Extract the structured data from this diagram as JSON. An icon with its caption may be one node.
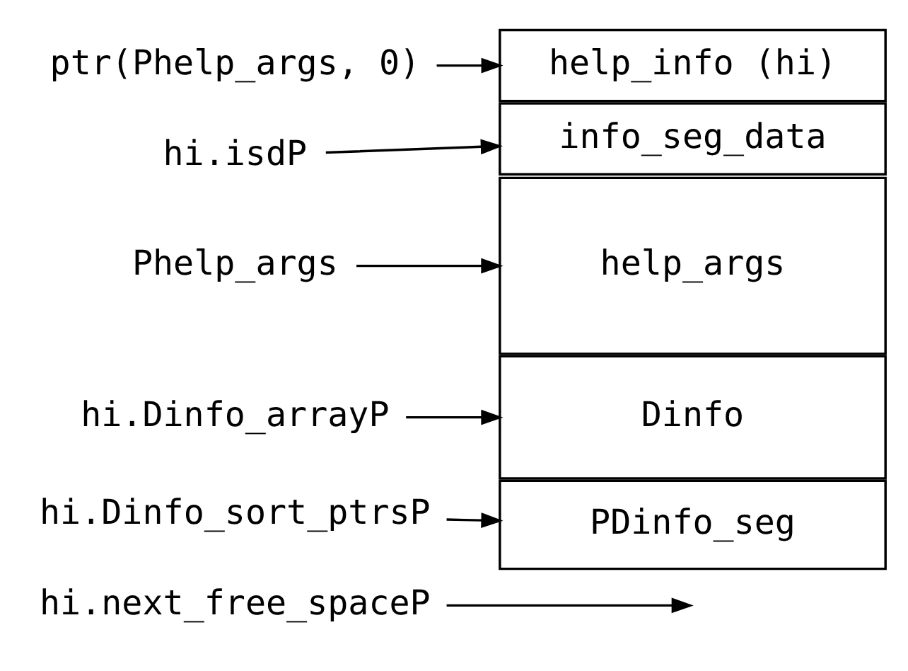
{
  "diagram": {
    "nodes": [
      {
        "text": [
          "ptr(Phelp_args, 0)"
        ]
      },
      {
        "text": [
          "help_info (hi)"
        ]
      },
      {
        "text": [
          "hi.isdP"
        ]
      },
      {
        "text": [
          "info_seg_data"
        ]
      },
      {
        "text": [
          "Phelp_args"
        ]
      },
      {
        "text": [
          "help_args"
        ]
      },
      {
        "text": [
          "hi.Dinfo_arrayP"
        ]
      },
      {
        "text": [
          "Dinfo"
        ]
      },
      {
        "text": [
          "hi.Dinfo_sort_ptrsP"
        ]
      },
      {
        "text": [
          "PDinfo_seg"
        ]
      },
      {
        "text": [
          "hi.next_free_spaceP"
        ]
      }
    ],
    "edges": [
      {
        "from": 0,
        "to": 1,
        "arrow": "to"
      },
      {
        "from": 2,
        "to": 3,
        "arrow": "to"
      },
      {
        "from": 4,
        "to": 5,
        "arrow": "to"
      },
      {
        "from": 6,
        "to": 7,
        "arrow": "to"
      },
      {
        "from": 8,
        "to": 9,
        "arrow": "to"
      },
      {
        "from": 10,
        "to": null,
        "arrow": "to"
      }
    ]
  }
}
